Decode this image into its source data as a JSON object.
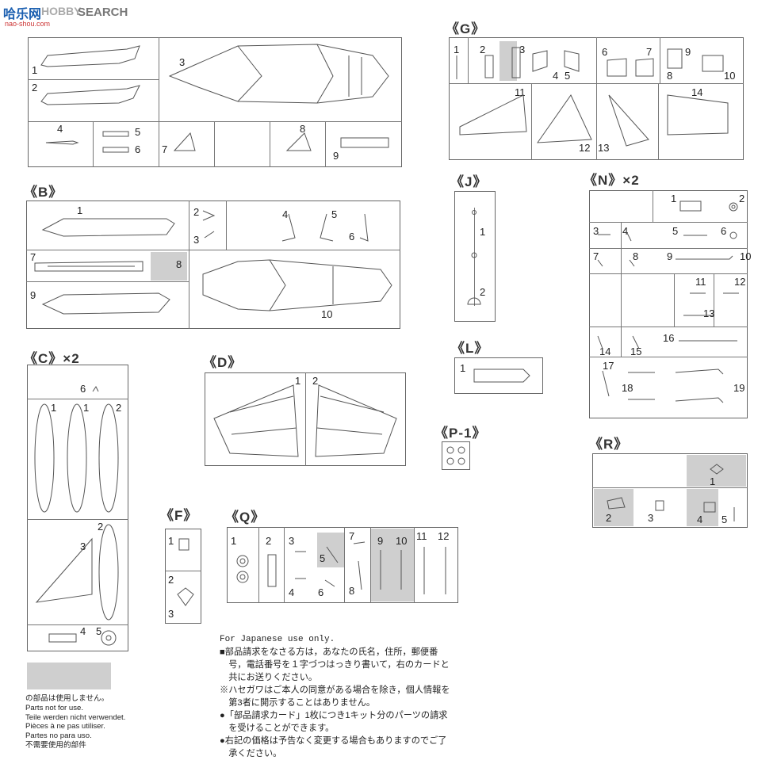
{
  "watermark": {
    "site_cn": "哈乐网",
    "search": "SEARCH",
    "hobby": "HOBBY",
    "url": "nao-shou.com"
  },
  "sprues": {
    "A": {
      "parts": [
        "1",
        "2",
        "3",
        "4",
        "5",
        "6",
        "7",
        "8",
        "9"
      ]
    },
    "G": {
      "label": "《G》",
      "parts": [
        "1",
        "2",
        "3",
        "4",
        "5",
        "6",
        "7",
        "8",
        "9",
        "10",
        "11",
        "12",
        "13",
        "14"
      ]
    },
    "B": {
      "label": "《B》",
      "parts": [
        "1",
        "2",
        "3",
        "4",
        "5",
        "6",
        "7",
        "8",
        "9",
        "10"
      ]
    },
    "J": {
      "label": "《J》",
      "parts": [
        "1",
        "2"
      ]
    },
    "N": {
      "label": "《N》×2",
      "parts": [
        "1",
        "2",
        "3",
        "4",
        "5",
        "6",
        "7",
        "8",
        "9",
        "10",
        "11",
        "12",
        "13",
        "14",
        "15",
        "16",
        "17",
        "18",
        "19"
      ]
    },
    "C": {
      "label": "《C》×2",
      "parts": [
        "1",
        "1",
        "2",
        "3",
        "2",
        "4",
        "5",
        "6"
      ]
    },
    "D": {
      "label": "《D》",
      "parts": [
        "1",
        "2"
      ]
    },
    "L": {
      "label": "《L》",
      "parts": [
        "1"
      ]
    },
    "P1": {
      "label": "《P-1》"
    },
    "R": {
      "label": "《R》",
      "parts": [
        "1",
        "2",
        "3",
        "4",
        "5"
      ]
    },
    "F": {
      "label": "《F》",
      "parts": [
        "1",
        "2",
        "3"
      ]
    },
    "Q": {
      "label": "《Q》",
      "parts": [
        "1",
        "2",
        "3",
        "4",
        "5",
        "6",
        "7",
        "8",
        "9",
        "10",
        "11",
        "12"
      ]
    }
  },
  "legend": {
    "lines": [
      "の部品は使用しません。",
      "Parts not for use.",
      "Teile werden nicht verwendet.",
      "Pièces à ne pas utiliser.",
      "Partes no para uso.",
      "不需要使用的部件"
    ]
  },
  "notes": {
    "heading": "For Japanese use only.",
    "lines": [
      "■部品請求をなさる方は，あなたの氏名，住所，郵便番",
      "　号，電話番号を１字づつはっきり書いて，右のカードと",
      "　共にお送りください。",
      "※ハセガワはご本人の同意がある場合を除き，個人情報を",
      "　第3者に開示することはありません。",
      "●「部品請求カード」1枚につき1キット分のパーツの請求",
      "　を受けることができます。",
      "●右記の価格は予告なく変更する場合もありますのでご了",
      "　承ください。"
    ]
  }
}
